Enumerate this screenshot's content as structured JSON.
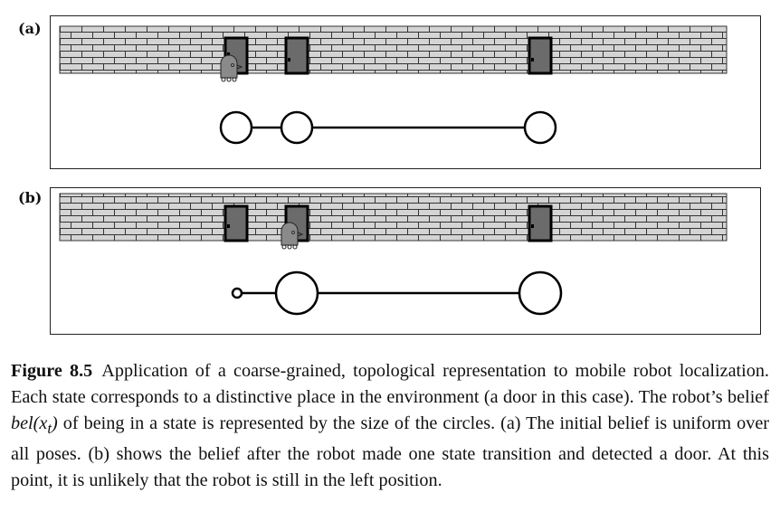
{
  "panels": [
    {
      "label": "(a)",
      "robot_at_door": 1,
      "circle_sizes": [
        "medium",
        "medium",
        "medium"
      ]
    },
    {
      "label": "(b)",
      "robot_at_door": 2,
      "circle_sizes": [
        "small",
        "large",
        "large"
      ]
    }
  ],
  "caption": {
    "figure_label": "Figure 8.5",
    "part1": "Application of a coarse-grained, topological representation to mobile robot localization. Each state corresponds to a distinctive place in the environment (a door in this case). The robot’s belief ",
    "math": "bel(x",
    "math_sub": "t",
    "math_close": ")",
    "part2": " of being in a state is represented by the size of the circles. (a) The initial belief is uniform over all poses. (b) shows the belief after the robot made one state transition and detected a door. At this point, it is unlikely that the robot is still in the left position."
  },
  "colors": {
    "brick_fill": "#d4d4d4",
    "brick_line": "#333333",
    "door": "#6b6b6b",
    "robot": "#8a8a8a"
  }
}
